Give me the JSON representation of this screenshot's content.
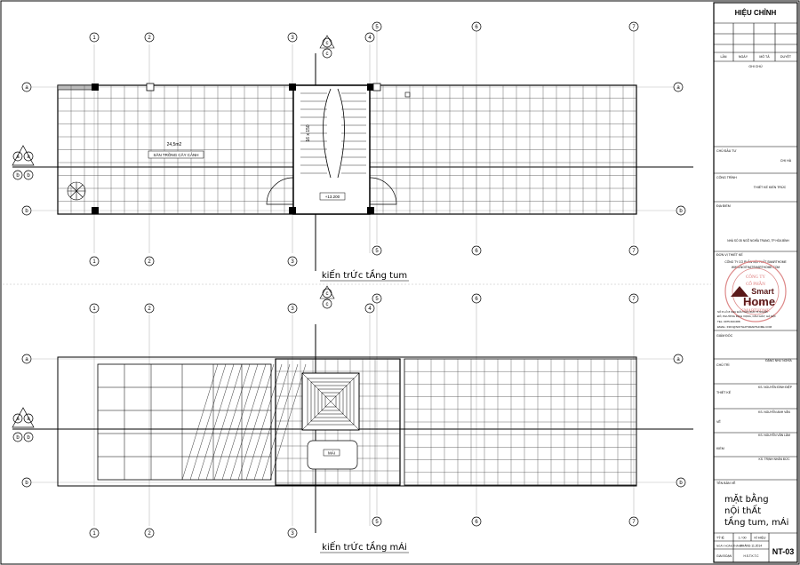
{
  "revision_header": "HIỆU CHỈNH",
  "revision_columns": [
    "LẦN",
    "NGÀY",
    "MÔ TẢ",
    "DUYỆT"
  ],
  "revision_note": "GHI CHÚ",
  "owner_label": "CHỦ ĐẦU TƯ",
  "owner_value": "CHỊ HÀ",
  "project_label": "CÔNG TRÌNH",
  "project_value": "THIẾT KẾ KIẾN TRÚC",
  "location_label": "ĐỊA ĐIỂM",
  "location_value": "NHÀ SỐ 35 NGÕ NGHĨA TRANG, TP HÒA BÌNH",
  "designer_unit_label": "ĐƠN VỊ THIẾT KẾ",
  "company_lines": [
    "CÔNG TY CỔ PHẦN NỘI THẤT SMARTHOME",
    "WWW.NOITHATSMARTHOME.COM"
  ],
  "company_address_lines": [
    "SỐ 8 LÔ 8 KHU ĐẤU GIÁ NGÕ 76 NGHĨA",
    "ĐÔ, PHƯỜNG DỊCH VỌNG, CẦU GIẤY, HÀ NỘI",
    "TEL: 0975.600.688",
    "EMAIL: INFO@NOITHATSMARTHOME.COM"
  ],
  "logo_text": [
    "Smart",
    "Home"
  ],
  "stamp_text": [
    "CÔNG TY",
    "CỔ PHẦN",
    "NỘI THẤT",
    "SMARTHOME"
  ],
  "director_label": "GIÁM ĐỐC",
  "director_name": "ĐẶNG NHƯ NGHĨA",
  "chair_label": "CHỦ TRÌ",
  "chair_name": "KS. NGUYỄN ĐÌNH ĐIỆP",
  "design_label": "THIẾT KẾ",
  "design_name": "KS. NGUYỄN ANH VĂN",
  "draw_label": "VẼ",
  "draw_name": "KS. NGUYỄN VĂN LÂM",
  "check_label": "KIỂM",
  "check_name": "KS. TRỊNH NHÂN ĐỨC",
  "drawing_name_label": "TÊN BẢN VẼ",
  "drawing_title_lines": [
    "mẶt bẰng",
    "nỘi thẤt",
    "tẦng tum, mÁi"
  ],
  "scale_label": "TỶ lỆ",
  "scale_value": "1 / 00",
  "symbol_label": "KÍ HIỆU",
  "date_label": "NGÀY HOÀN THÀNH",
  "date_value": "THÁNG 11.2014",
  "phase_label": "GIAI ĐOẠN",
  "phase_value": "H.S.T.K.T.C",
  "drawing_number": "NT-03",
  "plan_top_title": "kiẾn trỨc tẦng tum",
  "plan_bottom_title": "kiẾn trỨc tẦng mÁi",
  "room_area": "24,5m2",
  "room_label": "SÂN TRỒNG CÂY CẢNH",
  "stair_size": "16 x 150",
  "level_label": "+13.200",
  "section_mark": "c",
  "numeric_axes": [
    "1",
    "2",
    "3",
    "4",
    "5",
    "6",
    "7"
  ],
  "letter_axes": [
    "a",
    "b"
  ],
  "hatch_label": "MÁI"
}
